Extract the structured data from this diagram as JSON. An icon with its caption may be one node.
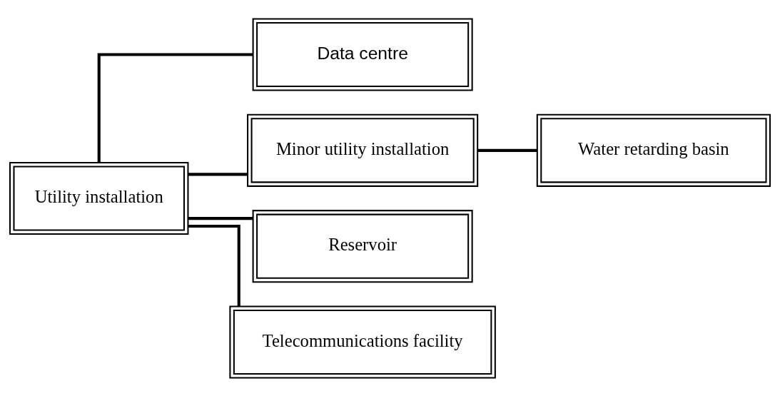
{
  "diagram": {
    "nodes": [
      {
        "text": [
          "Utility installation"
        ]
      },
      {
        "text": [
          "Data centre"
        ]
      },
      {
        "text": [
          "Minor utility installation"
        ]
      },
      {
        "text": [
          "Water retarding basin"
        ]
      },
      {
        "text": [
          "Reservoir"
        ]
      },
      {
        "text": [
          "Telecommunications facility"
        ]
      }
    ],
    "edges": [
      {
        "from": 0,
        "to": 1,
        "arrow": "none"
      },
      {
        "from": 0,
        "to": 2,
        "arrow": "none"
      },
      {
        "from": 2,
        "to": 3,
        "arrow": "none"
      },
      {
        "from": 0,
        "to": 4,
        "arrow": "none"
      },
      {
        "from": 0,
        "to": 5,
        "arrow": "none"
      }
    ]
  }
}
